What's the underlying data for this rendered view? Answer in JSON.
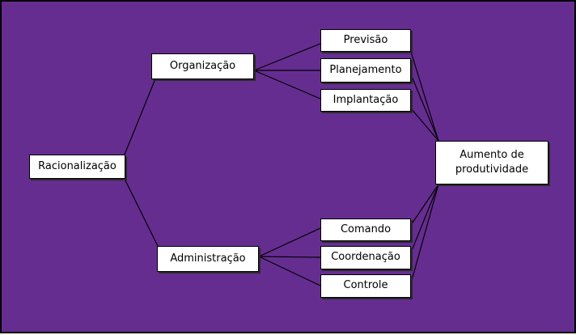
{
  "diagram": {
    "nodes": {
      "racionalizacao": "Racionalização",
      "organizacao": "Organização",
      "administracao": "Administração",
      "previsao": "Previsão",
      "planejamento": "Planejamento",
      "implantacao": "Implantação",
      "aumento": "Aumento de produtividade",
      "comando": "Comando",
      "coordenacao": "Coordenação",
      "controle": "Controle"
    },
    "edges": [
      [
        "racionalizacao",
        "organizacao"
      ],
      [
        "racionalizacao",
        "administracao"
      ],
      [
        "organizacao",
        "previsao"
      ],
      [
        "organizacao",
        "planejamento"
      ],
      [
        "organizacao",
        "implantacao"
      ],
      [
        "administracao",
        "comando"
      ],
      [
        "administracao",
        "coordenacao"
      ],
      [
        "administracao",
        "controle"
      ],
      [
        "previsao",
        "aumento"
      ],
      [
        "planejamento",
        "aumento"
      ],
      [
        "implantacao",
        "aumento"
      ],
      [
        "comando",
        "aumento"
      ],
      [
        "coordenacao",
        "aumento"
      ],
      [
        "controle",
        "aumento"
      ]
    ],
    "colors": {
      "background": "#662d91",
      "box_fill": "#ffffff",
      "line": "#000000"
    }
  }
}
